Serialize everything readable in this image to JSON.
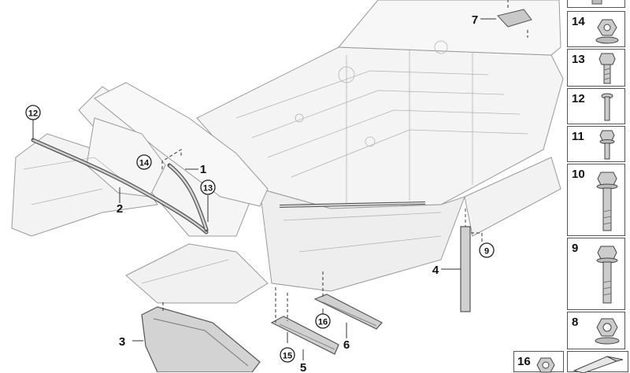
{
  "callouts": {
    "c1": "1",
    "c2": "2",
    "c3": "3",
    "c4": "4",
    "c5": "5",
    "c6": "6",
    "c7": "7",
    "c9": "9",
    "c12": "12",
    "c13": "13",
    "c14": "14",
    "c15": "15",
    "c16": "16"
  },
  "parts_list": [
    {
      "num": "14",
      "icon": "flange-nut-icon"
    },
    {
      "num": "13",
      "icon": "hex-bolt-icon"
    },
    {
      "num": "12",
      "icon": "stud-bolt-icon"
    },
    {
      "num": "11",
      "icon": "hex-screw-icon"
    },
    {
      "num": "10",
      "icon": "long-hex-bolt-icon"
    },
    {
      "num": "9",
      "icon": "hex-bolt-icon"
    },
    {
      "num": "8",
      "icon": "flange-nut-icon"
    }
  ],
  "bottom_row": {
    "num": "16",
    "icon": "nut-icon",
    "extra_icon": "wedge-icon"
  },
  "colors": {
    "line": "#444444",
    "body_fill": "#f2f2f2",
    "part_fill": "#cfcfcf"
  }
}
